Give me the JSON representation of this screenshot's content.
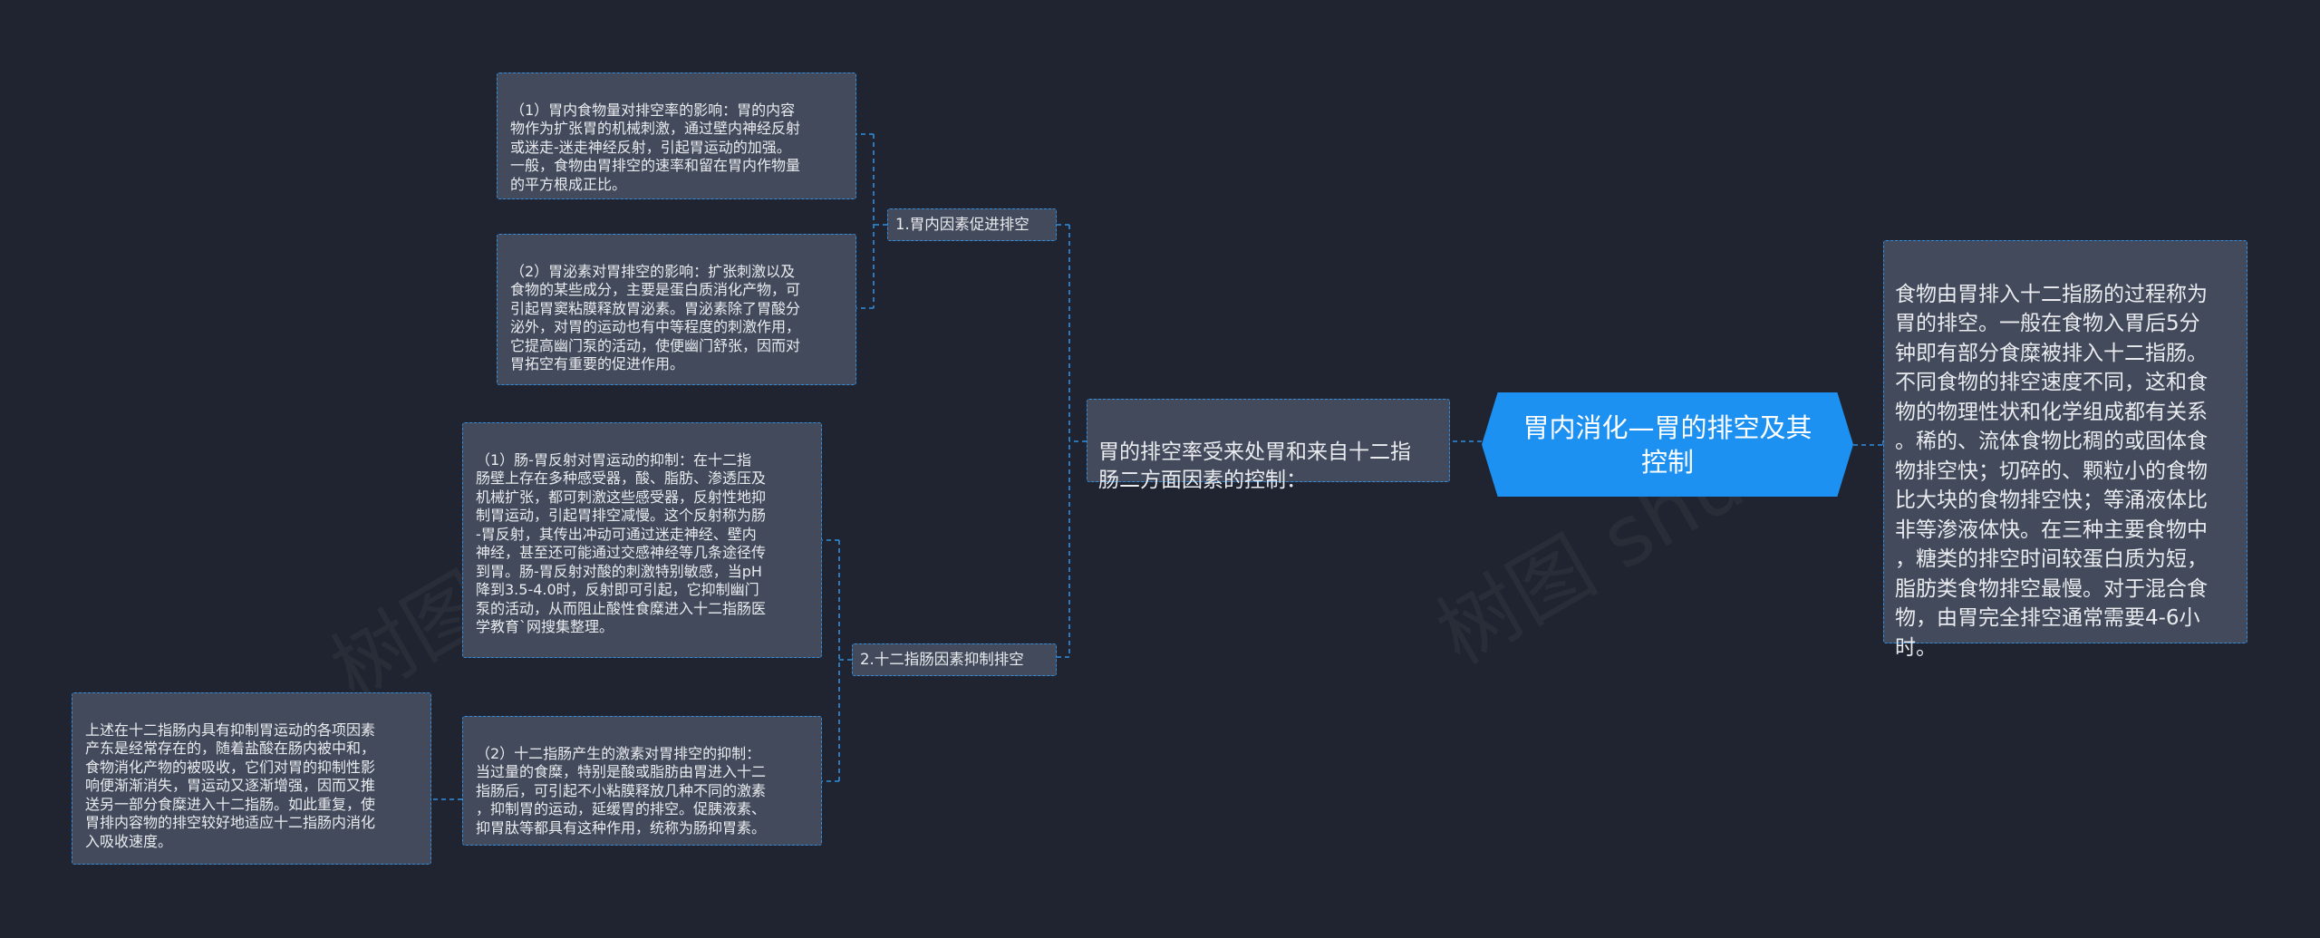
{
  "root": {
    "title": "胃内消化—胃的排空及其控制"
  },
  "definition": {
    "text": "食物由胃排入十二指肠的过程称为\n胃的排空。一般在食物入胃后5分\n钟即有部分食糜被排入十二指肠。\n不同食物的排空速度不同，这和食\n物的物理性状和化学组成都有关系\n。稀的、流体食物比稠的或固体食\n物排空快；切碎的、颗粒小的食物\n比大块的食物排空快；等涌液体比\n非等渗液体快。在三种主要食物中\n，糖类的排空时间较蛋白质为短，\n脂肪类食物排空最慢。对于混合食\n物，由胃完全排空通常需要4-6小\n时。"
  },
  "factors": {
    "text": "胃的排空率受来处胃和来自十二指\n肠二方面因素的控制："
  },
  "branch1": {
    "label": "1.胃内因素促进排空",
    "leaf1": "（1）胃内食物量对排空率的影响：胃的内容\n物作为扩张胃的机械刺激，通过壁内神经反射\n或迷走-迷走神经反射，引起胃运动的加强。\n一般，食物由胃排空的速率和留在胃内作物量\n的平方根成正比。",
    "leaf2": "（2）胃泌素对胃排空的影响：扩张刺激以及\n食物的某些成分，主要是蛋白质消化产物，可\n引起胃窦粘膜释放胃泌素。胃泌素除了胃酸分\n泌外，对胃的运动也有中等程度的刺激作用，\n它提高幽门泵的活动，使便幽门舒张，因而对\n胃拓空有重要的促进作用。"
  },
  "branch2": {
    "label": "2.十二指肠因素抑制排空",
    "leaf1": "（1）肠-胃反射对胃运动的抑制：在十二指\n肠壁上存在多种感受器，酸、脂肪、渗透压及\n机械扩张，都可刺激这些感受器，反射性地抑\n制胃运动，引起胃排空减慢。这个反射称为肠\n-胃反射，其传出冲动可通过迷走神经、壁内\n神经，甚至还可能通过交感神经等几条途径传\n到胃。肠-胃反射对酸的刺激特别敏感，当pH\n降到3.5-4.0时，反射即可引起，它抑制幽门\n泵的活动，从而阻止酸性食糜进入十二指肠医\n学教育`网搜集整理。",
    "leaf2": "（2）十二指肠产生的激素对胃排空的抑制：\n当过量的食糜，特别是酸或脂肪由胃进入十二\n指肠后，可引起不小粘膜释放几种不同的激素\n，抑制胃的运动，延缓胃的排空。促胰液素、\n抑胃肽等都具有这种作用，统称为肠抑胃素。",
    "leaf2_child": "上述在十二指肠内具有抑制胃运动的各项因素\n产东是经常存在的，随着盐酸在肠内被中和，\n食物消化产物的被吸收，它们对胃的抑制性影\n响便渐渐消失，胃运动又逐渐增强，因而又推\n送另一部分食糜进入十二指肠。如此重复，使\n胃排内容物的排空较好地适应十二指肠内消化\n入吸收速度。"
  },
  "watermark": {
    "text": "树图 shutu"
  },
  "colors": {
    "background": "#1f2430",
    "node_fill": "#434a5b",
    "node_border": "#2f8ee0",
    "root_fill": "#1d91f2",
    "connector": "#2f8ee0"
  }
}
